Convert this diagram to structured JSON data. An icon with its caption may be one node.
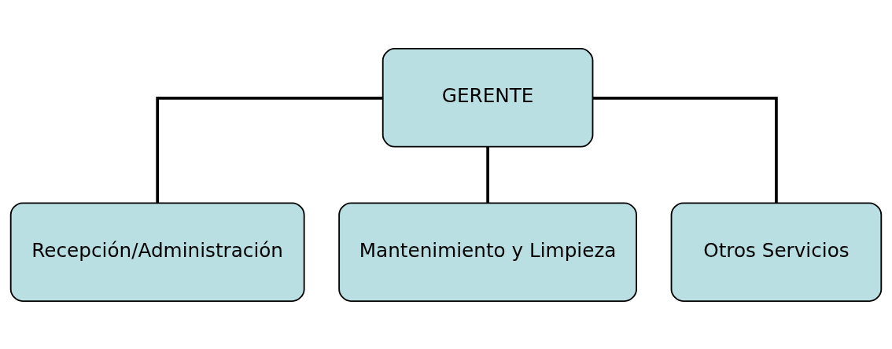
{
  "diagram": {
    "nodes": [
      {
        "text": [
          "GERENTE"
        ]
      },
      {
        "text": [
          "Recepción/Administración"
        ]
      },
      {
        "text": [
          "Mantenimiento y Limpieza"
        ]
      },
      {
        "text": [
          "Otros Servicios"
        ]
      }
    ],
    "edges": [
      {
        "from": 0,
        "to": 1,
        "arrow": "none"
      },
      {
        "from": 0,
        "to": 2,
        "arrow": "none"
      },
      {
        "from": 0,
        "to": 3,
        "arrow": "none"
      }
    ]
  }
}
